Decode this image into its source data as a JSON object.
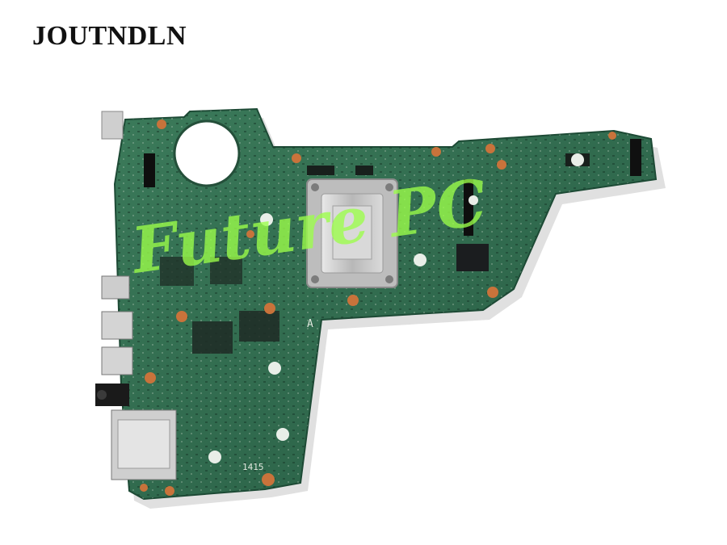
{
  "brand": {
    "name": "JOUTNDLN"
  },
  "watermark": {
    "text": "Future PC"
  },
  "silkscreen": {
    "date_code": "1415",
    "rev_mark": "A"
  },
  "colors": {
    "pcb": "#2f6b4e",
    "pcb_dark": "#1f4f38",
    "silk": "#dfe6dc",
    "watermark": "#9cff4a",
    "copper": "#c8733b",
    "metal": "#c9c9c9",
    "chip": "#1b1d1f"
  }
}
